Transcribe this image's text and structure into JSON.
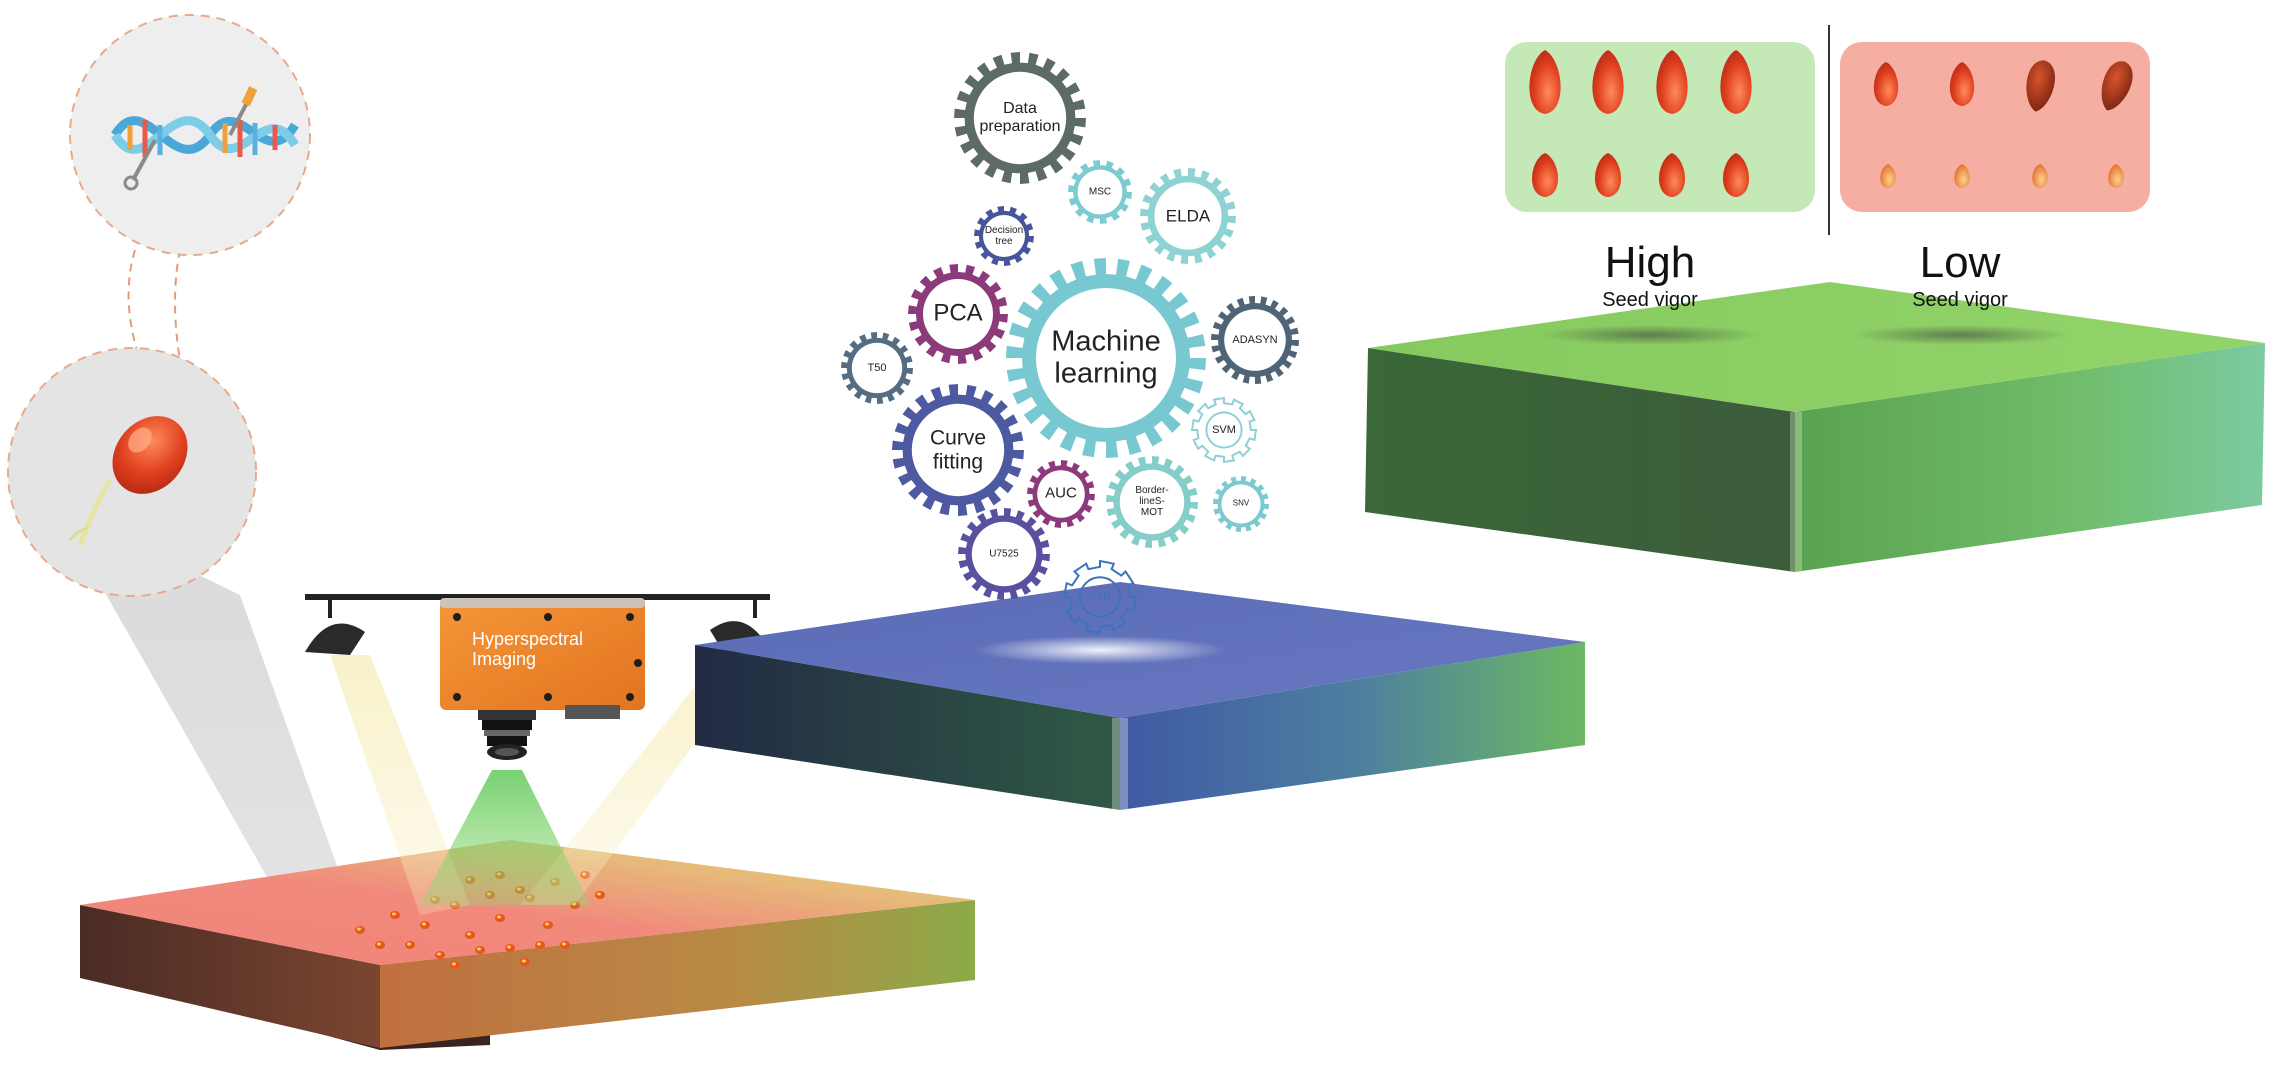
{
  "colors": {
    "platform1_top_start": "#ef7d6a",
    "platform1_top_end": "#a6d86a",
    "platform2_top": "#5f70b8",
    "platform2_side_end": "#63b56b",
    "platform3_top": "#8ccd62",
    "platform3_side_start": "#37603a",
    "camera_orange": "#f08a2c",
    "high_panel": "#c5e8b7",
    "low_panel": "#f6aea2",
    "seed_red": "#e04a25"
  },
  "camera": {
    "label": "Hyperspectral Imaging"
  },
  "gears": [
    {
      "id": "data-preparation",
      "label": "Data preparation",
      "color": "#5c6a68"
    },
    {
      "id": "msc",
      "label": "MSC",
      "color": "#7ccbd1"
    },
    {
      "id": "elda",
      "label": "ELDA",
      "color": "#8fd2d4"
    },
    {
      "id": "decision-tree",
      "label": "Decision tree",
      "color": "#47559a"
    },
    {
      "id": "pca",
      "label": "PCA",
      "color": "#8c3a7a"
    },
    {
      "id": "machine-learning",
      "label": "Machine learning",
      "color": "#78c8d2"
    },
    {
      "id": "adasyn",
      "label": "ADASYN",
      "color": "#4f6577"
    },
    {
      "id": "t50",
      "label": "T50",
      "color": "#546d83"
    },
    {
      "id": "curve-fitting",
      "label": "Curve fitting",
      "color": "#4d5aa2"
    },
    {
      "id": "svm",
      "label": "SVM",
      "color": "#8fcfd8"
    },
    {
      "id": "auc",
      "label": "AUC",
      "color": "#8d3a7c"
    },
    {
      "id": "borderline-smote",
      "label": "Border-\nlineS-\nMOT",
      "color": "#85cdc9"
    },
    {
      "id": "snv",
      "label": "SNV",
      "color": "#7dc9d2"
    },
    {
      "id": "u7525",
      "label": "U7525",
      "color": "#5950a0"
    },
    {
      "id": "car",
      "label": "CAR",
      "color": "#3d73b9"
    }
  ],
  "groups": {
    "high": {
      "title": "High",
      "subtitle": "Seed vigor"
    },
    "low": {
      "title": "Low",
      "subtitle": "Seed vigor"
    }
  }
}
